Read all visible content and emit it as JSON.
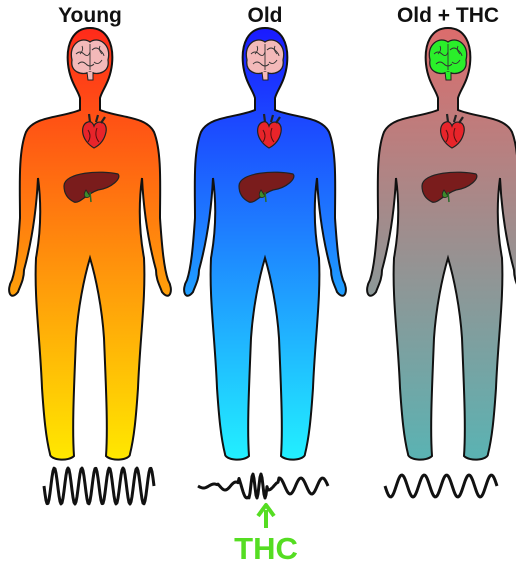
{
  "columns": [
    {
      "id": "young",
      "title": "Young",
      "gradient_top": "#ff2a1a",
      "gradient_bottom": "#ffe800",
      "brain_color": "#f3b9b9",
      "wave": "regular-high-amplitude"
    },
    {
      "id": "old",
      "title": "Old",
      "gradient_top": "#1a1aff",
      "gradient_bottom": "#22f0ff",
      "brain_color": "#f3b9b9",
      "wave": "irregular-low-amplitude"
    },
    {
      "id": "old-thc",
      "title": "Old + THC",
      "gradient_top": "#dc6c6c",
      "gradient_bottom": "#5ab3b3",
      "brain_color": "#2aef2a",
      "wave": "regular-medium-amplitude"
    }
  ],
  "intervention": {
    "label": "THC",
    "color": "#55dd22",
    "arrow": "up-arrow-icon"
  },
  "organs": [
    "brain-icon",
    "heart-icon",
    "liver-icon"
  ],
  "colors": {
    "outline": "#111111",
    "heart": "#e8242a",
    "liver": "#7a1c1c",
    "gallbladder": "#3e8a2a"
  }
}
